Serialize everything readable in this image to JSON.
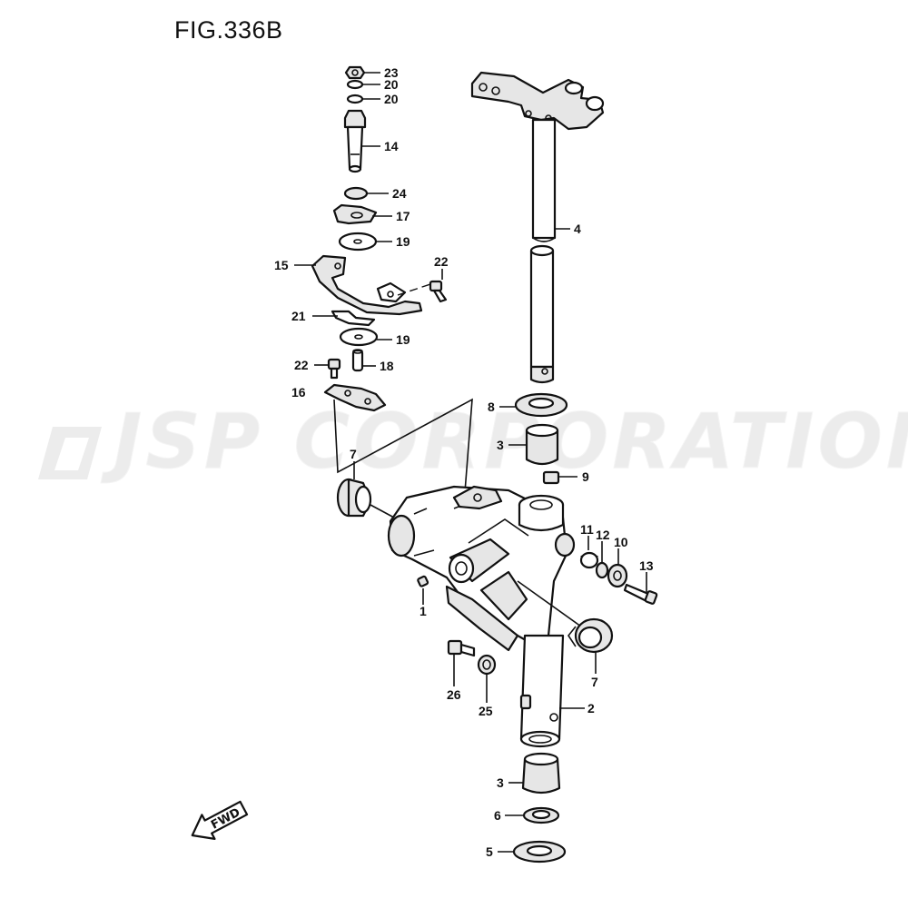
{
  "figure": {
    "title": "FIG.336B"
  },
  "watermark": {
    "text": "JSP CORPORATION"
  },
  "fwd_arrow": {
    "label": "FWD"
  },
  "callouts": [
    {
      "id": "c23",
      "label": "23"
    },
    {
      "id": "c20a",
      "label": "20"
    },
    {
      "id": "c20b",
      "label": "20"
    },
    {
      "id": "c14",
      "label": "14"
    },
    {
      "id": "c24",
      "label": "24"
    },
    {
      "id": "c17",
      "label": "17"
    },
    {
      "id": "c19a",
      "label": "19"
    },
    {
      "id": "c15",
      "label": "15"
    },
    {
      "id": "c22a",
      "label": "22"
    },
    {
      "id": "c21",
      "label": "21"
    },
    {
      "id": "c19b",
      "label": "19"
    },
    {
      "id": "c22b",
      "label": "22"
    },
    {
      "id": "c18",
      "label": "18"
    },
    {
      "id": "c16",
      "label": "16"
    },
    {
      "id": "c4",
      "label": "4"
    },
    {
      "id": "c8",
      "label": "8"
    },
    {
      "id": "c3a",
      "label": "3"
    },
    {
      "id": "c9",
      "label": "9"
    },
    {
      "id": "c7a",
      "label": "7"
    },
    {
      "id": "c11",
      "label": "11"
    },
    {
      "id": "c12",
      "label": "12"
    },
    {
      "id": "c10",
      "label": "10"
    },
    {
      "id": "c13",
      "label": "13"
    },
    {
      "id": "c1",
      "label": "1"
    },
    {
      "id": "c7b",
      "label": "7"
    },
    {
      "id": "c26",
      "label": "26"
    },
    {
      "id": "c25",
      "label": "25"
    },
    {
      "id": "c2",
      "label": "2"
    },
    {
      "id": "c3b",
      "label": "3"
    },
    {
      "id": "c6",
      "label": "6"
    },
    {
      "id": "c5",
      "label": "5"
    }
  ]
}
